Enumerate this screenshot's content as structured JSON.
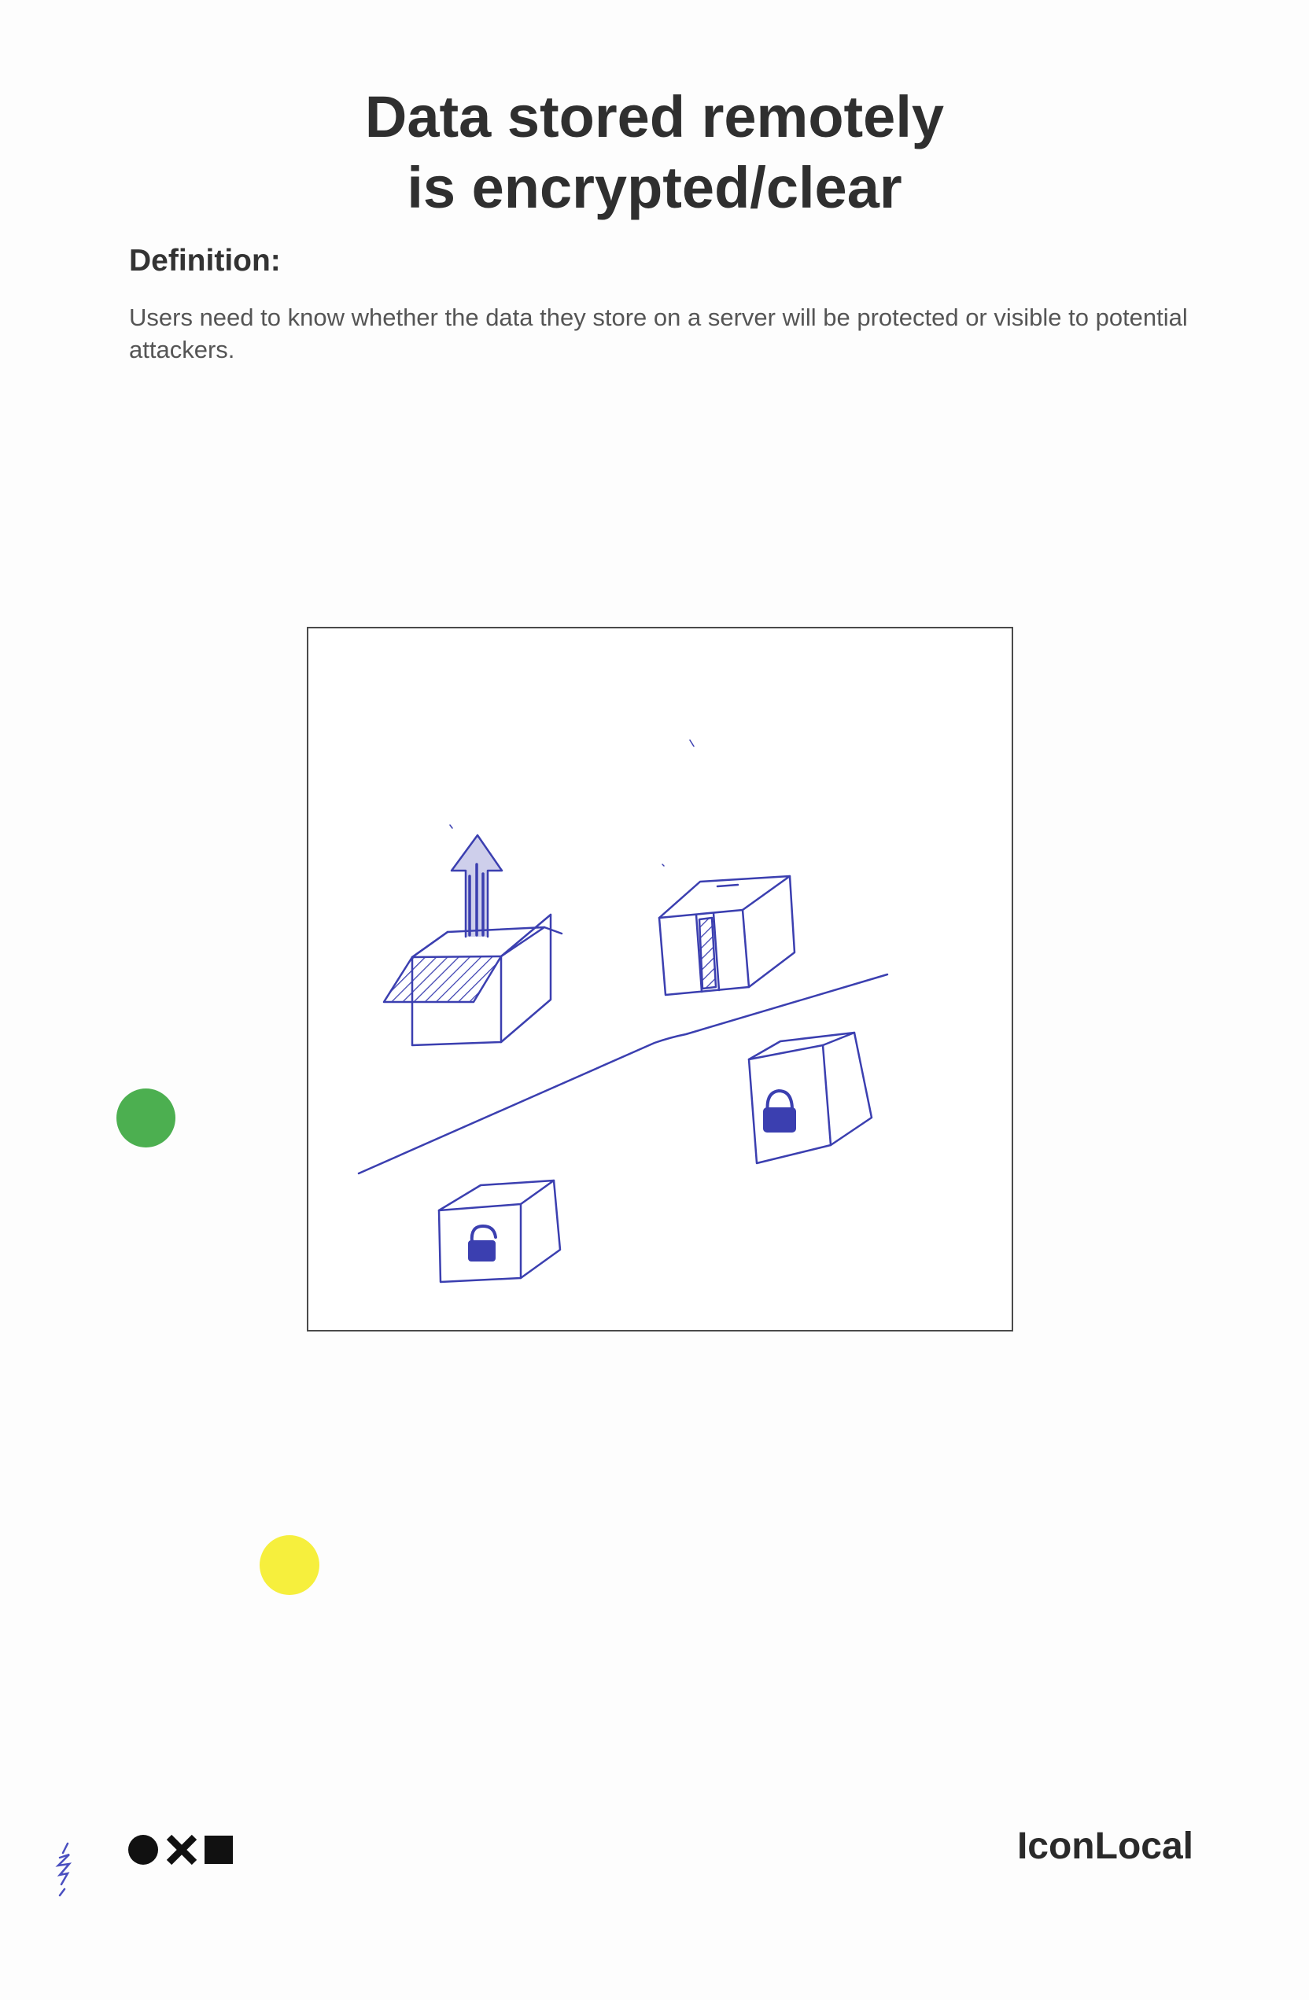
{
  "card": {
    "title_line1": "Data stored remotely",
    "title_line2": "is encrypted/clear",
    "definition_label": "Definition:",
    "definition_text": "Users need to know whether the data they store on a server will be protected or visible to potential attackers."
  },
  "sketch": {
    "ink_color": "#3b3fb0",
    "elements": [
      "box-with-upload-arrow",
      "closed-box",
      "locked-box",
      "unlocked-box",
      "divider-line"
    ]
  },
  "stickers": {
    "green_color": "#4caf50",
    "yellow_color": "#f6ef3d"
  },
  "footer": {
    "brand": "IconLocal",
    "logo_icons": [
      "circle-icon",
      "x-icon",
      "square-icon"
    ]
  }
}
